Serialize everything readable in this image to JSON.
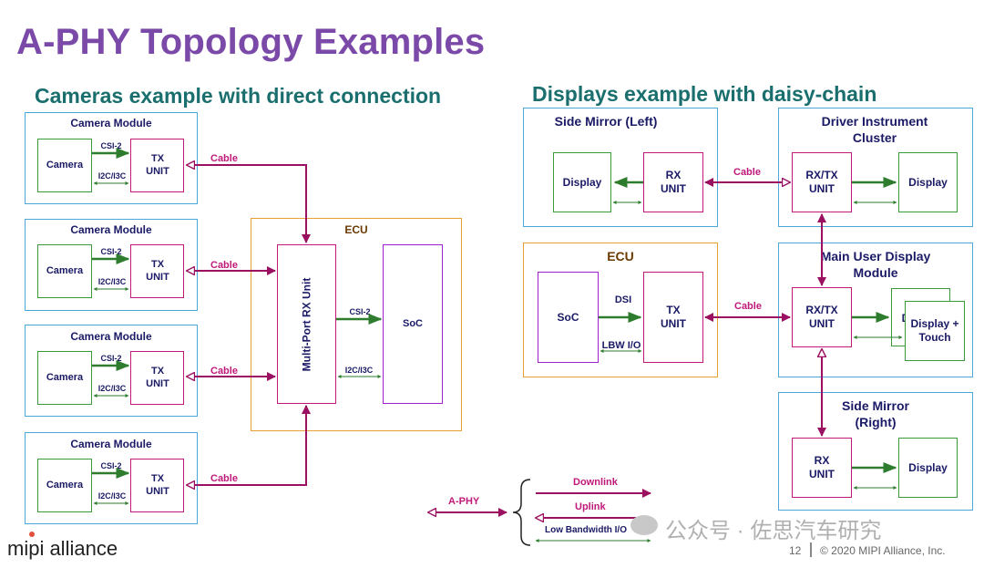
{
  "title": "A-PHY Topology Examples",
  "left_subtitle": "Cameras example with direct connection",
  "right_subtitle": "Displays example with daisy-chain",
  "camera_modules": [
    {
      "module": "Camera Module",
      "camera": "Camera",
      "tx": "TX UNIT",
      "csi": "CSI-2",
      "i2c": "I2C/I3C",
      "cable": "Cable"
    },
    {
      "module": "Camera Module",
      "camera": "Camera",
      "tx": "TX UNIT",
      "csi": "CSI-2",
      "i2c": "I2C/I3C",
      "cable": "Cable"
    },
    {
      "module": "Camera Module",
      "camera": "Camera",
      "tx": "TX UNIT",
      "csi": "CSI-2",
      "i2c": "I2C/I3C",
      "cable": "Cable"
    },
    {
      "module": "Camera Module",
      "camera": "Camera",
      "tx": "TX UNIT",
      "csi": "CSI-2",
      "i2c": "I2C/I3C",
      "cable": "Cable"
    }
  ],
  "ecu_left": {
    "title": "ECU",
    "rx": "Multi-Port RX Unit",
    "soc": "SoC",
    "csi": "CSI-2",
    "i2c": "I2C/I3C"
  },
  "side_mirror_left": {
    "title": "Side Mirror (Left)",
    "display": "Display",
    "rx": "RX UNIT",
    "cable": "Cable"
  },
  "driver_cluster": {
    "title": "Driver Instrument Cluster",
    "rxtx": "RX/TX UNIT",
    "display": "Display"
  },
  "ecu_right": {
    "title": "ECU",
    "soc": "SoC",
    "tx": "TX UNIT",
    "dsi": "DSI",
    "lbw": "LBW I/O",
    "cable": "Cable"
  },
  "main_user": {
    "title": "Main User Display Module",
    "rxtx": "RX/TX UNIT",
    "display_back": "D",
    "display_front": "Display + Touch"
  },
  "side_mirror_right": {
    "title": "Side Mirror (Right)",
    "rx": "RX UNIT",
    "display": "Display"
  },
  "legend": {
    "aphy": "A-PHY",
    "downlink": "Downlink",
    "uplink": "Uplink",
    "lbw": "Low Bandwidth I/O"
  },
  "watermark": "公众号 · 佐思汽车研究",
  "logo": "mipi alliance",
  "page_number": "12",
  "copyright": "© 2020 MIPI Alliance, Inc.",
  "colors": {
    "title": "#7b4aa8",
    "subtitle": "#1a6e6e",
    "cable": "#c0197a",
    "signal": "#2e7d2e",
    "module_border": "#4ba8d8",
    "ecu_border": "#e8a030"
  }
}
